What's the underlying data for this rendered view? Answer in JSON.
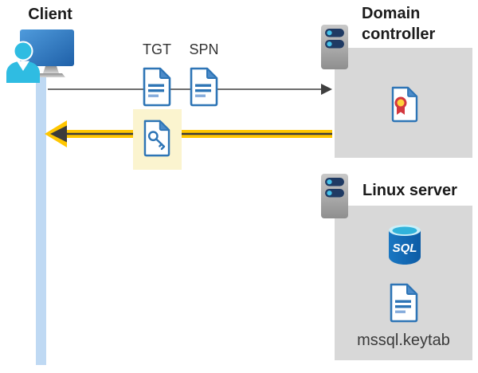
{
  "client": {
    "label": "Client"
  },
  "flow": {
    "tgt_label": "TGT",
    "spn_label": "SPN",
    "request_arrow": "client-to-domain-controller",
    "response_arrow": "domain-controller-to-client"
  },
  "domain_controller": {
    "label": "Domain controller"
  },
  "linux_server": {
    "label": "Linux server",
    "sql_badge": "SQL",
    "keytab_file": "mssql.keytab"
  },
  "icons": {
    "client": "user-workstation-icon",
    "server": "server-icon",
    "ticket_document": "document-icon",
    "key_ticket": "key-document-icon",
    "certificate": "certificate-icon",
    "database": "sql-database-icon"
  },
  "colors": {
    "arrow_request_gray": "#595959",
    "arrow_response_yellow": "#FFC600",
    "highlight_yellow": "#FBF4CF",
    "panel_gray": "#D8D8D8",
    "document_blue": "#2E75B6",
    "client_bar_blue": "#BFD9F3",
    "person_cyan": "#2FBCE2",
    "sql_blue": "#1169B4"
  }
}
